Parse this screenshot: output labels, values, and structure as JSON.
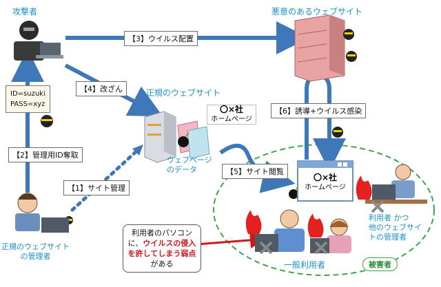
{
  "actors": {
    "attacker": "攻撃者",
    "malicious_site": "悪意のあるウェブサイト",
    "legit_site": "正規のウェブサイト",
    "web_data": "ウェブページ\nのデータ",
    "legit_admin": "正規のウェブサイト\nの管理者",
    "general_users": "一般利用者",
    "user_admin": "利用者 かつ\n他のウェブサイ\nトの管理者"
  },
  "steps": {
    "s1": "【1】サイト管理",
    "s2": "【2】管理用ID奪取",
    "s3": "【3】ウイルス配置",
    "s4": "【4】改ざん",
    "s5": "【5】サイト閲覧",
    "s6": "【6】誘導+ウイルス感染"
  },
  "credentials": {
    "id": "ID=suzuki",
    "pass": "PASS=xyz"
  },
  "homepage": {
    "company": "〇×社",
    "label": "ホームページ"
  },
  "note": {
    "part1": "利用者のパソコン",
    "part2": "に、",
    "red": "ウイルスの侵入を許してしまう弱点",
    "part3": "がある"
  },
  "victim_badge": "被害者",
  "colors": {
    "arrow_blue": "#3e78b9",
    "label_blue": "#1a8fc9",
    "dashed_green": "#3aa64a",
    "red_arrow": "#d01818",
    "server_red": "#e8a3a3",
    "server_gray": "#d9dde2"
  },
  "icons": [
    "attacker-figure",
    "bug-icon",
    "server-icon",
    "bomb-icon",
    "fire-icon",
    "virus-x-icon",
    "browser-window"
  ]
}
